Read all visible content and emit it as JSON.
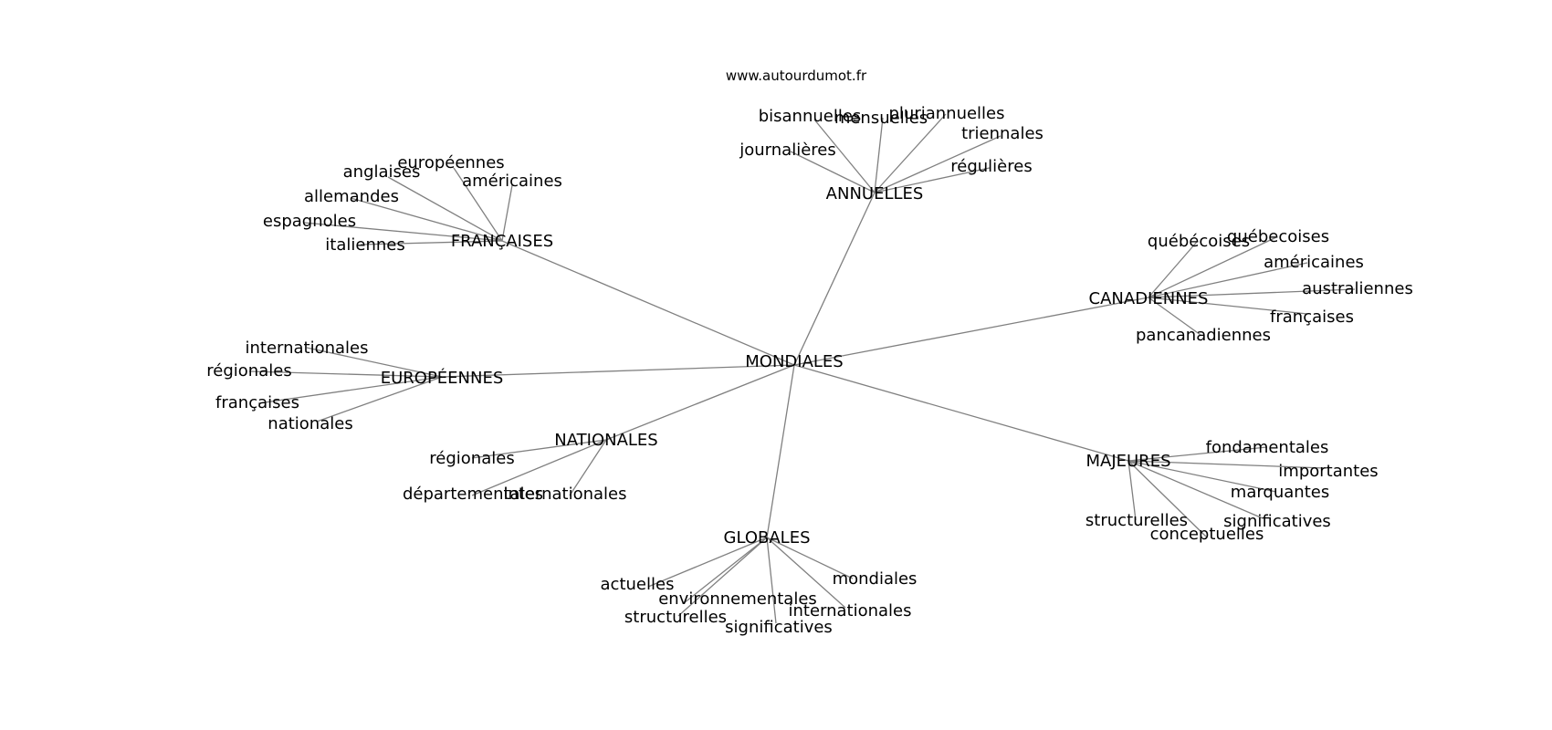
{
  "header": {
    "site": "www.autourdumot.fr"
  },
  "graph": {
    "edge_color": "#808080",
    "text_color": "#000000",
    "center": {
      "id": "mondiales",
      "label": "MONDIALES"
    },
    "clusters": [
      {
        "id": "francaises",
        "label": "FRANÇAISES",
        "leaves": [
          "européennes",
          "anglaises",
          "américaines",
          "allemandes",
          "espagnoles",
          "italiennes"
        ]
      },
      {
        "id": "annuelles",
        "label": "ANNUELLES",
        "leaves": [
          "bisannuelles",
          "mensuelles",
          "pluriannuelles",
          "triennales",
          "journalières",
          "régulières"
        ]
      },
      {
        "id": "canadiennes",
        "label": "CANADIENNES",
        "leaves": [
          "québécoises",
          "québecoises",
          "américaines",
          "australiennes",
          "françaises",
          "pancanadiennes"
        ]
      },
      {
        "id": "europeennes",
        "label": "EUROPÉENNES",
        "leaves": [
          "internationales",
          "régionales",
          "françaises",
          "nationales"
        ]
      },
      {
        "id": "nationales",
        "label": "NATIONALES",
        "leaves": [
          "régionales",
          "départementales",
          "internationales"
        ]
      },
      {
        "id": "majeures",
        "label": "MAJEURES",
        "leaves": [
          "fondamentales",
          "importantes",
          "marquantes",
          "significatives",
          "structurelles",
          "conceptuelles"
        ]
      },
      {
        "id": "globales",
        "label": "GLOBALES",
        "leaves": [
          "actuelles",
          "environnementales",
          "structurelles",
          "significatives",
          "internationales",
          "mondiales"
        ]
      }
    ]
  }
}
